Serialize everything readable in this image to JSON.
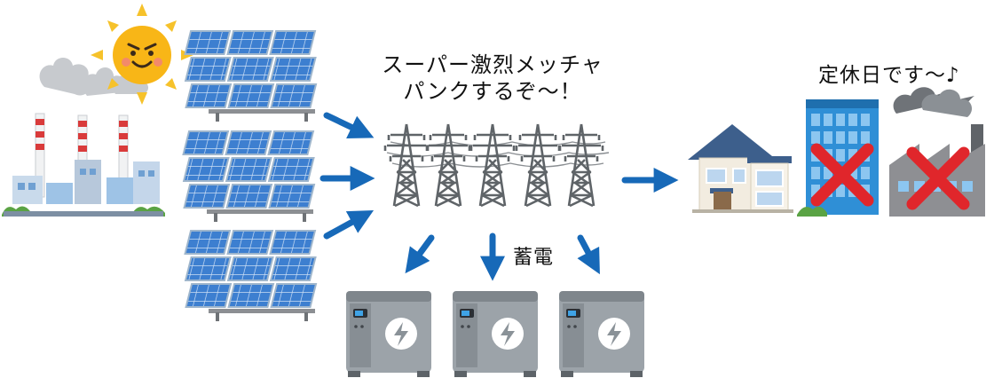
{
  "captions": {
    "grid_overload_line1": "スーパー激烈メッチャ",
    "grid_overload_line2": "パンクするぞ～！",
    "holiday": "定休日です～♪",
    "storage": "蓄電"
  },
  "icons": {
    "sun": "smiling-sun-icon",
    "factory": "power-plant-icon",
    "solar": "solar-panel-icon",
    "tower": "transmission-tower-icon",
    "house": "house-icon",
    "office": "office-building-icon",
    "plant": "factory-icon",
    "closed_mark": "red-x-icon",
    "battery": "battery-storage-icon"
  },
  "colors": {
    "arrow": "#1769b8",
    "panel": "#3d7fd0",
    "cross": "#e0262b",
    "sun": "#f8b617",
    "chimney_red": "#d93b3b",
    "tower": "#6e7378",
    "battery_body": "#9aa0a6"
  }
}
